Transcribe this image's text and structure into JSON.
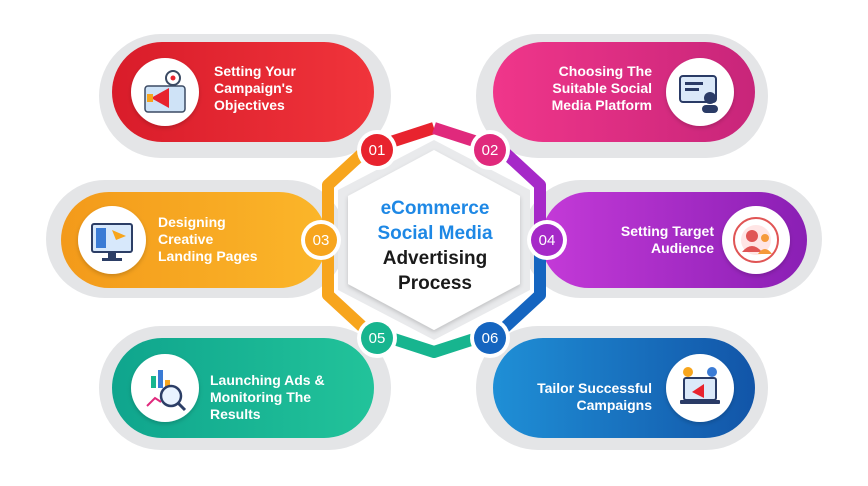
{
  "center": {
    "line1": "eCommerce",
    "line2": "Social Media",
    "line3": "Advertising",
    "line4": "Process"
  },
  "steps": [
    {
      "num": "01",
      "lines": [
        "Setting Your",
        "Campaign's",
        "Objectives"
      ],
      "color": "#e8232e",
      "icon": "megaphone-target-icon"
    },
    {
      "num": "02",
      "lines": [
        "Choosing The",
        "Suitable Social",
        "Media Platform"
      ],
      "color": "#e0297c",
      "icon": "social-profile-screen-icon"
    },
    {
      "num": "03",
      "lines": [
        "Designing",
        "Creative",
        "Landing Pages"
      ],
      "color": "#f7a51d",
      "icon": "monitor-design-icon"
    },
    {
      "num": "04",
      "lines": [
        "Setting Target",
        "Audience"
      ],
      "color": "#a629c8",
      "icon": "audience-target-icon"
    },
    {
      "num": "05",
      "lines": [
        "Launching Ads &",
        "Monitoring The",
        "Results"
      ],
      "color": "#17b58f",
      "icon": "analytics-magnifier-icon"
    },
    {
      "num": "06",
      "lines": [
        "Tailor Successful",
        "Campaigns"
      ],
      "color": "#1565c0",
      "icon": "campaign-laptop-icon"
    }
  ]
}
